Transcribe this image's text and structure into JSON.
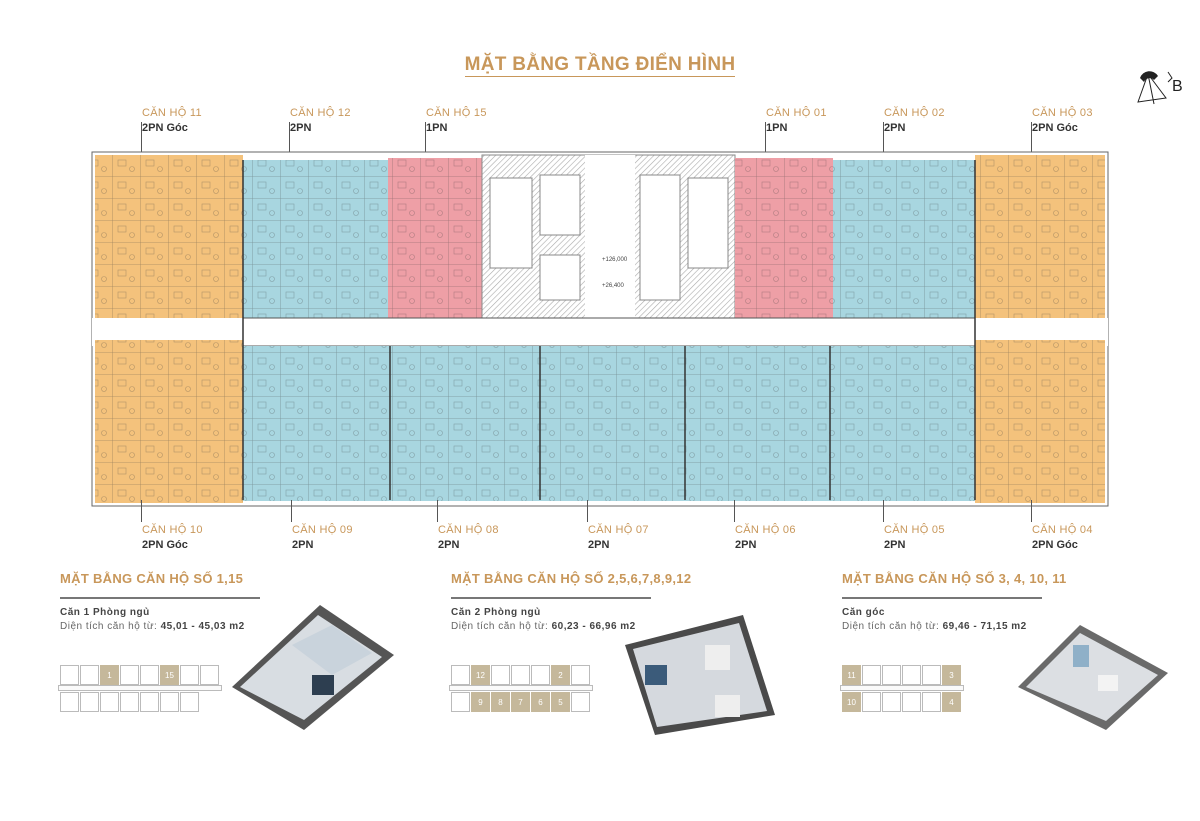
{
  "title": "MẶT BẰNG TẦNG ĐIỂN HÌNH",
  "compass_label": "B",
  "colors": {
    "accent": "#c8975a",
    "corner_2pn": "#f4c27c",
    "standard_2pn": "#a8d6e0",
    "one_pn": "#ee9fa6",
    "keyplan_highlight": "#c5b89b"
  },
  "units_top": [
    {
      "name": "CĂN HỘ 11",
      "type": "2PN Góc"
    },
    {
      "name": "CĂN HỘ 12",
      "type": "2PN"
    },
    {
      "name": "CĂN HỘ 15",
      "type": "1PN"
    },
    {
      "name": "CĂN HỘ 01",
      "type": "1PN"
    },
    {
      "name": "CĂN HỘ 02",
      "type": "2PN"
    },
    {
      "name": "CĂN HỘ 03",
      "type": "2PN Góc"
    }
  ],
  "units_bottom": [
    {
      "name": "CĂN HỘ 10",
      "type": "2PN Góc"
    },
    {
      "name": "CĂN HỘ 09",
      "type": "2PN"
    },
    {
      "name": "CĂN HỘ 08",
      "type": "2PN"
    },
    {
      "name": "CĂN HỘ 07",
      "type": "2PN"
    },
    {
      "name": "CĂN HỘ 06",
      "type": "2PN"
    },
    {
      "name": "CĂN HỘ 05",
      "type": "2PN"
    },
    {
      "name": "CĂN HỘ 04",
      "type": "2PN Góc"
    }
  ],
  "core_labels": [
    "+126,000",
    "+26,400"
  ],
  "sections": [
    {
      "title": "MẶT BẰNG CĂN HỘ SỐ 1,15",
      "subtitle": "Căn 1 Phòng ngủ",
      "area_label": "Diện tích căn hộ từ:",
      "area_value": "45,01 - 45,03 m2",
      "keyplan_top": [
        "",
        "",
        "1",
        "",
        "",
        "15",
        "",
        ""
      ],
      "keyplan_bottom": [
        "",
        "",
        "",
        "",
        "",
        "",
        ""
      ]
    },
    {
      "title": "MẶT BẰNG CĂN HỘ SỐ 2,5,6,7,8,9,12",
      "subtitle": "Căn 2 Phòng ngủ",
      "area_label": "Diện tích căn hộ từ:",
      "area_value": "60,23 - 66,96 m2",
      "keyplan_top": [
        "",
        "12",
        "",
        "",
        "",
        "2",
        ""
      ],
      "keyplan_bottom": [
        "",
        "9",
        "8",
        "7",
        "6",
        "5",
        ""
      ]
    },
    {
      "title": "MẶT BẰNG CĂN HỘ SỐ 3, 4, 10, 11",
      "subtitle": "Căn góc",
      "area_label": "Diện tích căn hộ từ:",
      "area_value": "69,46 - 71,15 m2",
      "keyplan_top": [
        "11",
        "",
        "",
        "",
        "",
        "3"
      ],
      "keyplan_bottom": [
        "10",
        "",
        "",
        "",
        "",
        "4"
      ]
    }
  ]
}
